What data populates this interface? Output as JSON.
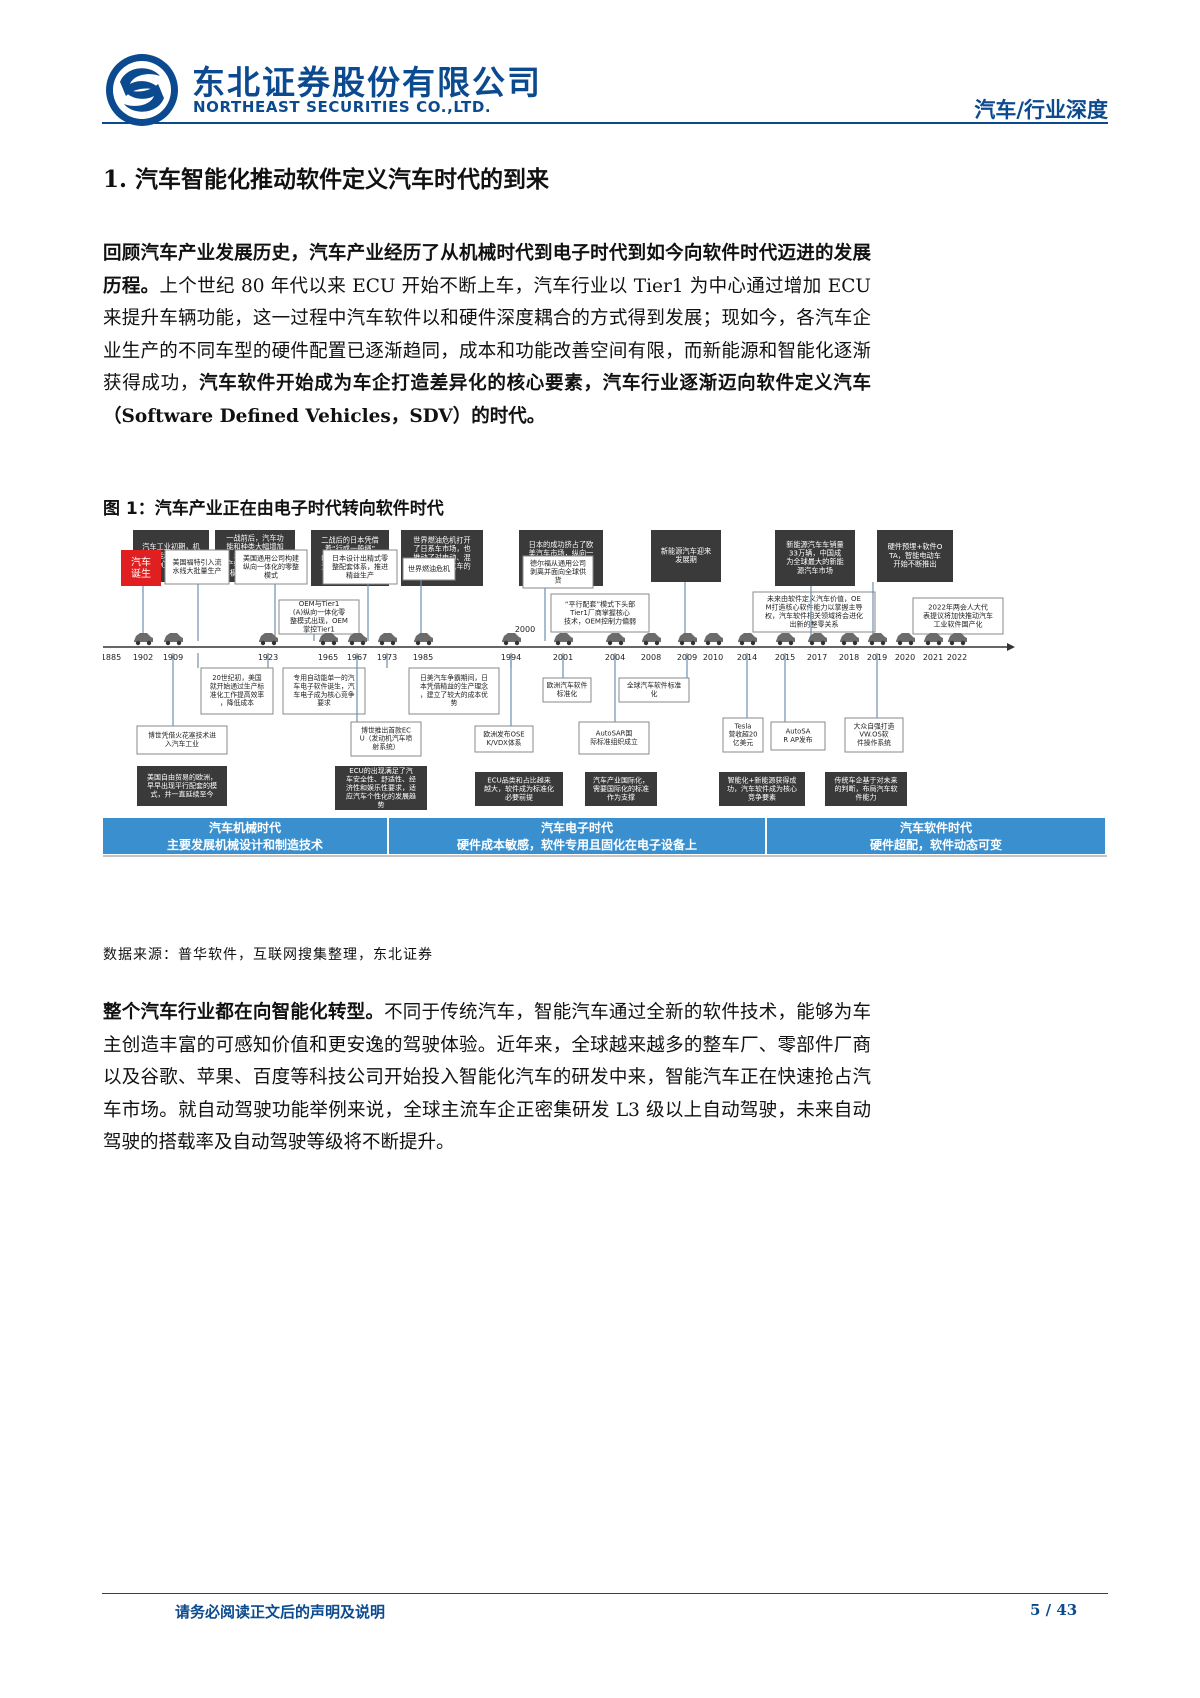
{
  "header": {
    "company_cn": "东北证券股份有限公司",
    "company_en": "NORTHEAST SECURITIES CO.,LTD.",
    "report_type": "汽车/行业深度"
  },
  "section_title": "1.  汽车智能化推动软件定义汽车时代的到来",
  "para1": {
    "bold_lead": "回顾汽车产业发展历史，汽车产业经历了从机械时代到电子时代到如今向软件时代迈进的发展历程。",
    "text1": "上个世纪 80 年代以来 ECU 开始不断上车，汽车行业以 Tier1 为中心通过增加 ECU 来提升车辆功能，这一过程中汽车软件以和硬件深度耦合的方式得到发展；现如今，各汽车企业生产的不同车型的硬件配置已逐渐趋同，成本和功能改善空间有限，而新能源和智能化逐渐获得成功，",
    "bold_mid": "汽车软件开始成为车企打造差异化的核心要素，汽车行业逐渐迈向软件定义汽车（Software Defined Vehicles，SDV）的时代。",
    "text2": ""
  },
  "figure": {
    "title": "图 1：汽车产业正在由电子时代转向软件时代",
    "source": "数据来源：普华软件，互联网搜集整理，东北证券",
    "top_dark_boxes": [
      "汽车工业初期，机械功能和产能是车企核心竞争要素",
      "一战前后，汽车功能和种类大幅增加，单品种大规模生产转向多品种大规模生产模式转变",
      "二战后的日本凭借着“行成一般绳”的民族文化，在物资匮乏的环境下发展汽车产业",
      "世界燃油危机打开了日系车市场，也推动了对电动、混动等新能源汽车的探索",
      "日本的成功挤占了欧美汽车市场，纵向一体化的整零模式面临无法适应竞争机制",
      "新能源汽车迎来发展期",
      "新能源汽车车销量33万辆，中国成为全球最大的新能源汽车市场",
      "硬件预埋+软件OTA，智能电动车开始不断推出"
    ],
    "upper_light_boxes": [
      "汽车诞生",
      "美国福特引入流水线大批量生产",
      "美国通用公司构建纵向一体化的零整模式",
      "日本设计出精式零整配套体系，推进精益生产",
      "世界燃油危机",
      "德尔福从通用公司剥离并面向全球供货",
      "OEM与Tier1(A)纵向一体化零整模式出现，OEM掌控Tier1",
      "“平行配套”模式下头部Tier1厂商掌握核心技术，OEM控制力偏弱",
      "未来由软件定义汽车价值，OEM打造核心软件能力以掌握主导权，汽车软件相关领域将会进化出新的整零关系",
      "2022年两会人大代表提议将加快推动汽车工业软件国产化"
    ],
    "years": [
      "1885",
      "1902",
      "1909",
      "1923",
      "1965",
      "1967",
      "1973",
      "1985",
      "1994",
      "2001",
      "2004",
      "2008",
      "2009",
      "2010",
      "2014",
      "2015",
      "2017",
      "2018",
      "2019",
      "2020",
      "2021",
      "2022"
    ],
    "year_2000_label": "2000",
    "lower_light_boxes": [
      "20世纪初，美国就开始通过生产标准化工作提高效率，降低成本",
      "专用自动能单一的汽车电子软件诞生，汽车电子成为核心竞争要求",
      "日美汽车争霸期间，日本凭借精益的生产理念，建立了较大的成本优势",
      "欧洲汽车软件标准化",
      "全球汽车软件标准化",
      "博世凭借火花塞技术进入汽车工业",
      "博世推出首款ECU（发动机汽车喷射系统）",
      "欧洲发布OSEK/VDX体系",
      "AutoSAR国际标准组织成立",
      "Tesla营收超20亿美元",
      "AutoSAR AP发布",
      "大众自强打造VW.OS软件操作系统"
    ],
    "lower_dark_boxes": [
      "美国自由贸易的欧洲，早早出现平行配套的模式，并一直延续至今",
      "ECU的出现满足了汽车安全性、舒适性、经济性和娱乐性要求，适应汽车个性化的发展趋势",
      "ECU品类和占比越来越大，软件成为标准化必要前提",
      "汽车产业国际化，需要国际化的标准作为支撑",
      "智能化+新能源获得成功，汽车软件成为核心竞争要素",
      "传统车企基于对未来的判断，布局汽车软件能力"
    ],
    "eras": [
      {
        "name": "汽车机械时代",
        "desc": "主要发展机械设计和制造技术"
      },
      {
        "name": "汽车电子时代",
        "desc": "硬件成本敏感，软件专用且固化在电子设备上"
      },
      {
        "name": "汽车软件时代",
        "desc": "硬件超配，软件动态可变"
      }
    ]
  },
  "para2": {
    "bold_lead": "整个汽车行业都在向智能化转型。",
    "text": "不同于传统汽车，智能汽车通过全新的软件技术，能够为车主创造丰富的可感知价值和更安逸的驾驶体验。近年来，全球越来越多的整车厂、零部件厂商以及谷歌、苹果、百度等科技公司开始投入智能化汽车的研发中来，智能汽车正在快速抢占汽车市场。就自动驾驶功能举例来说，全球主流车企正密集研发 L3 级以上自动驾驶，未来自动驾驶的搭载率及自动驾驶等级将不断提升。"
  },
  "footer": {
    "note": "请务必阅读正文后的声明及说明",
    "page": "5 / 43"
  },
  "colors": {
    "brand_blue": "#0b4a8f",
    "dark_box": "#3a3a3a",
    "light_box_border": "#8a8a8a",
    "era_blue": "#3a8fcf",
    "red_box": "#e02020"
  }
}
